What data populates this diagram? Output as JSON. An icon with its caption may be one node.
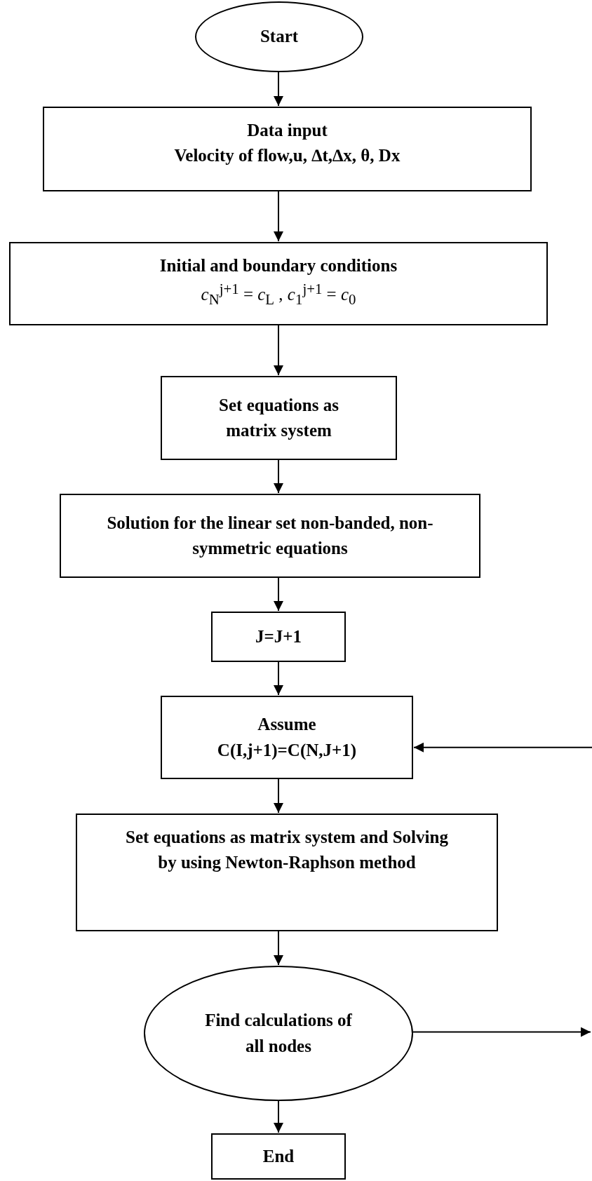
{
  "diagram": {
    "nodes": [
      {
        "text": [
          "Start"
        ]
      },
      {
        "text": [
          "Data input",
          "Velocity of flow,u, ∆t,∆x, θ, Dx"
        ]
      },
      {
        "text": [
          "Initial and boundary conditions",
          "*c*$_{N}$$^{j+1}$ = *c*$_{L}$ ,   *c*$_{1}$$^{j+1}$ = *c*$_{0}$"
        ]
      },
      {
        "text": [
          "Set equations as matrix system"
        ]
      },
      {
        "text": [
          "Solution for the linear set non-banded, non-symmetric equations"
        ]
      },
      {
        "text": [
          "J=J+1"
        ]
      },
      {
        "text": [
          "Assume",
          "C(I,j+1)=C(N,J+1)"
        ]
      },
      {
        "text": [
          "Set equations as matrix system and Solving by using Newton-Raphson method"
        ]
      },
      {
        "text": [
          "Find calculations of all nodes"
        ]
      },
      {
        "text": [
          "End"
        ]
      }
    ],
    "edges": [
      {
        "from": 0,
        "to": 1,
        "arrow": "to"
      },
      {
        "from": 1,
        "to": 2,
        "arrow": "to"
      },
      {
        "from": 2,
        "to": 3,
        "arrow": "to"
      },
      {
        "from": 3,
        "to": 4,
        "arrow": "to"
      },
      {
        "from": 4,
        "to": 5,
        "arrow": "to"
      },
      {
        "from": 5,
        "to": 6,
        "arrow": "to"
      },
      {
        "from": 6,
        "to": 7,
        "arrow": "to"
      },
      {
        "from": 7,
        "to": 8,
        "arrow": "to"
      },
      {
        "from": 8,
        "to": 9,
        "arrow": "to"
      },
      {
        "from": null,
        "to": 6,
        "arrow": "to"
      },
      {
        "from": 8,
        "to": null,
        "arrow": "to"
      }
    ]
  }
}
